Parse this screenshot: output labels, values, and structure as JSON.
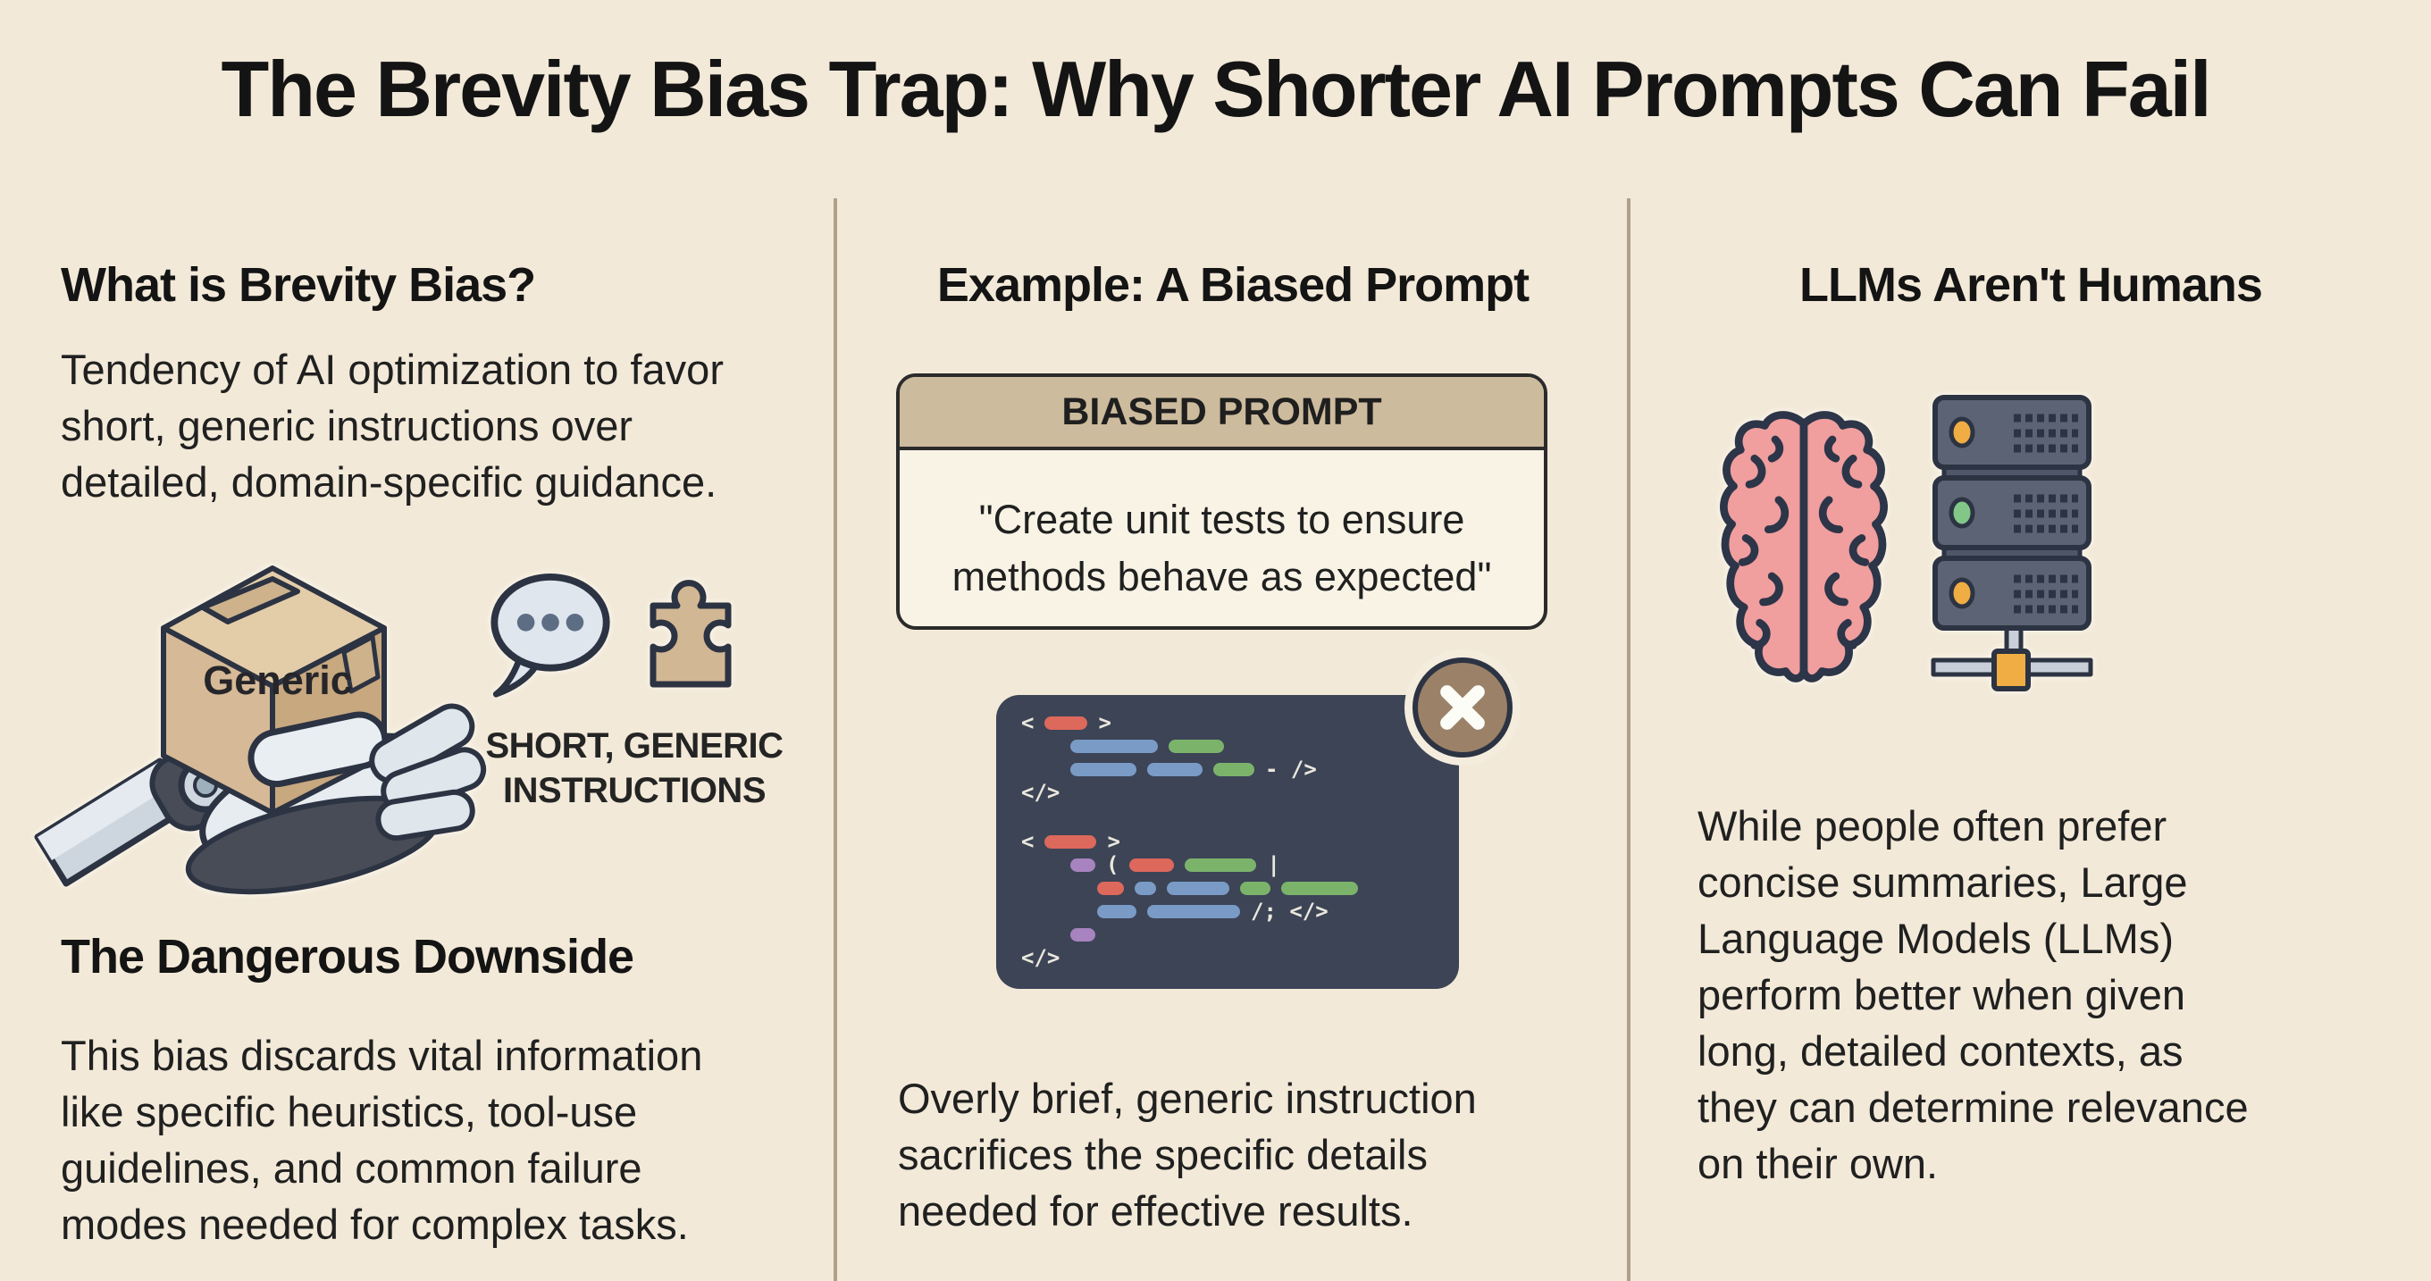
{
  "title": "The Brevity Bias Trap: Why Shorter AI Prompts Can Fail",
  "left": {
    "heading": "What is Brevity Bias?",
    "paragraph_lines": [
      "Tendency of AI optimization to favor",
      "short, generic instructions over",
      "detailed, domain-specific guidance."
    ],
    "box_label": "Generic",
    "caption_lines": [
      "SHORT, GENERIC",
      "INSTRUCTIONS"
    ],
    "subheading": "The Dangerous Downside",
    "subparagraph_lines": [
      "This bias discards vital information",
      "like specific heuristics, tool-use",
      "guidelines, and common failure",
      "modes needed for complex tasks."
    ]
  },
  "middle": {
    "heading": "Example: A Biased Prompt",
    "card_title": "BIASED PROMPT",
    "card_lines": [
      "\"Create unit tests to ensure",
      "methods behave as expected\""
    ],
    "caption_lines": [
      "Overly brief, generic instruction",
      "sacrifices the specific details",
      "needed for effective results."
    ]
  },
  "right": {
    "heading": "LLMs Aren't Humans",
    "paragraph_lines": [
      "While people often prefer",
      "concise summaries, Large",
      "Language Models (LLMs)",
      "perform better when given",
      "long, detailed contexts, as",
      "they can determine relevance",
      "on their own."
    ]
  },
  "icons": {
    "robot_hand_box": "robot-hand-holding-generic-box",
    "speech_bubble": "speech-bubble-with-dots",
    "puzzle": "puzzle-piece",
    "error_badge": "x-mark-circle",
    "brain": "brain-top-view",
    "server": "server-rack-with-network"
  },
  "colors": {
    "background": "#f2e9d8",
    "ink": "#1d1d1d",
    "divider": "#b0a08a",
    "card_header": "#cdbb9d",
    "card_body": "#f8f3e5",
    "card_border": "#2b2b2b",
    "code_panel": "#3c4456",
    "badge": "#9b8168",
    "box_tan": "#d6b996",
    "robot_metal": "#e7ecf1",
    "bubble_fill": "#dfe6ee",
    "puzzle_tan": "#d2b794",
    "brain_pink": "#f09e9e",
    "server_gray": "#5b6375",
    "light_orange": "#efad44",
    "light_green": "#82c788",
    "outline_navy": "#2c3342"
  },
  "code_panel": {
    "glyph_color": "#eae7dc",
    "colors": {
      "red": "#dd685c",
      "blue": "#7a9bc5",
      "green": "#7cb36b",
      "purple": "#a783bf"
    },
    "lines": [
      {
        "indent": 0,
        "tokens": [
          {
            "g": "<"
          },
          {
            "b": "red",
            "w": 48
          },
          {
            "g": ">"
          }
        ]
      },
      {
        "indent": 1,
        "tokens": [
          {
            "b": "blue",
            "w": 98
          },
          {
            "b": "green",
            "w": 62
          }
        ]
      },
      {
        "indent": 1,
        "tokens": [
          {
            "b": "blue",
            "w": 74
          },
          {
            "b": "blue",
            "w": 62
          },
          {
            "b": "green",
            "w": 46
          },
          {
            "g": "- />"
          }
        ]
      },
      {
        "indent": 0,
        "tokens": [
          {
            "g": "</>"
          }
        ]
      },
      {
        "gap": true,
        "tokens": []
      },
      {
        "indent": 0,
        "tokens": [
          {
            "g": "<"
          },
          {
            "b": "red",
            "w": 58
          },
          {
            "g": ">"
          }
        ]
      },
      {
        "indent": 1,
        "tokens": [
          {
            "b": "purple",
            "w": 28
          },
          {
            "g": "("
          },
          {
            "b": "red",
            "w": 50
          },
          {
            "b": "green",
            "w": 80
          },
          {
            "g": "|"
          }
        ]
      },
      {
        "indent": 2,
        "tokens": [
          {
            "b": "red",
            "w": 30
          },
          {
            "b": "blue",
            "w": 24
          },
          {
            "b": "blue",
            "w": 70
          },
          {
            "b": "green",
            "w": 34
          },
          {
            "b": "green",
            "w": 86
          }
        ]
      },
      {
        "indent": 2,
        "tokens": [
          {
            "b": "blue",
            "w": 44
          },
          {
            "b": "blue",
            "w": 104
          },
          {
            "g": "/; </>"
          }
        ]
      },
      {
        "indent": 1,
        "tokens": [
          {
            "b": "purple",
            "w": 28
          }
        ]
      },
      {
        "indent": 0,
        "tokens": [
          {
            "g": "</>"
          }
        ]
      }
    ]
  }
}
